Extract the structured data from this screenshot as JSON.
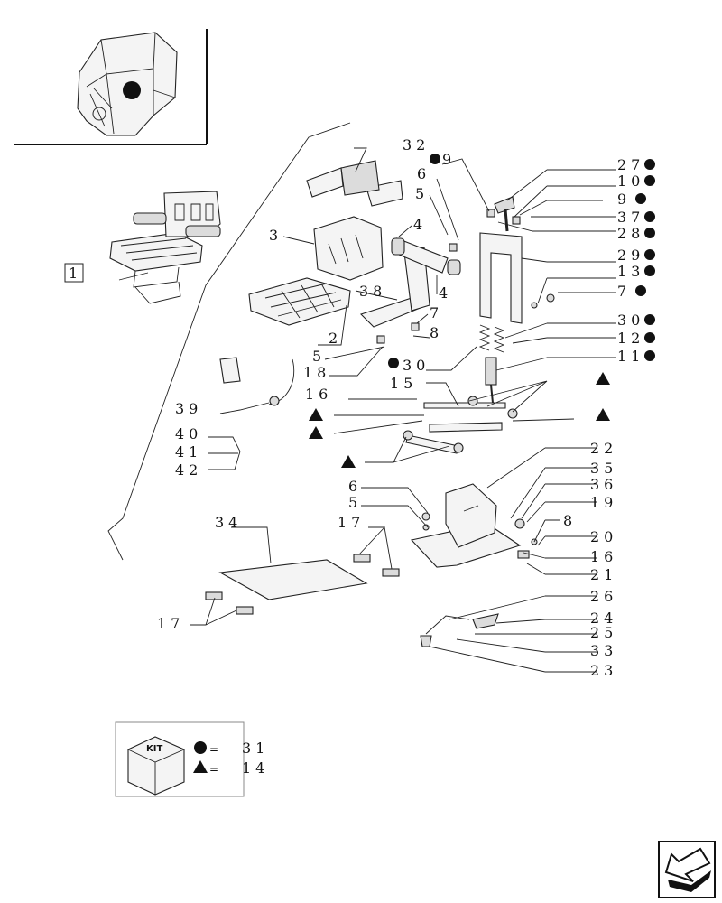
{
  "labels": {
    "l1": "1",
    "l2": "2",
    "l3": "3",
    "l4a": "4",
    "l4b": "4",
    "l5a": "5",
    "l5b": "5",
    "l5c": "5",
    "l6a": "6",
    "l6b": "6",
    "l7a": "7",
    "l7b": "7",
    "l8a": "8",
    "l8b": "8",
    "l9a": "9",
    "l9b": "9",
    "l10": "10",
    "l11": "11",
    "l12": "12",
    "l13": "13",
    "l14": "14",
    "l15": "15",
    "l16a": "16",
    "l16b": "16",
    "l17a": "17",
    "l17b": "17",
    "l18": "18",
    "l19": "19",
    "l20": "20",
    "l21": "21",
    "l22": "22",
    "l23": "23",
    "l24": "24",
    "l25": "25",
    "l26": "26",
    "l27": "27",
    "l28": "28",
    "l29": "29",
    "l30a": "30",
    "l30b": "30",
    "l31": "31",
    "l32": "32",
    "l33": "33",
    "l34": "34",
    "l35": "35",
    "l36": "36",
    "l37": "37",
    "l38": "38",
    "l39": "39",
    "l40": "40",
    "l41": "41",
    "l42": "42"
  },
  "kit": {
    "badge": "KIT",
    "circle_eq": "=",
    "triangle_eq": "=",
    "circle_value": "31",
    "triangle_value": "14"
  },
  "icons": {
    "circle_marker": "filled-circle-icon",
    "triangle_marker": "filled-triangle-icon",
    "navigation": "next-page-arrow-icon"
  }
}
